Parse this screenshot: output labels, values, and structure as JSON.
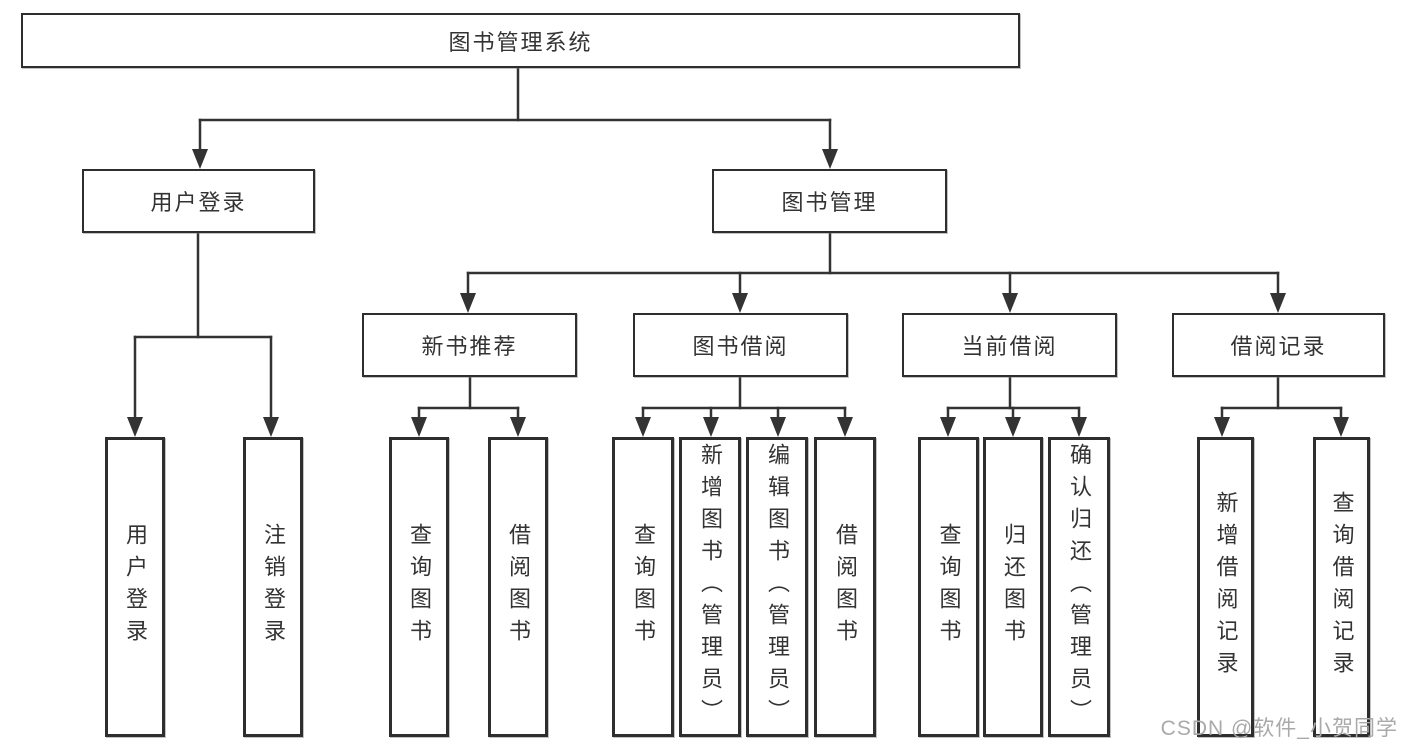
{
  "diagram": {
    "root": {
      "label": "图书管理系统"
    },
    "level2": [
      {
        "label": "用户登录"
      },
      {
        "label": "图书管理"
      }
    ],
    "level3": [
      {
        "label": "新书推荐"
      },
      {
        "label": "图书借阅"
      },
      {
        "label": "当前借阅"
      },
      {
        "label": "借阅记录"
      }
    ],
    "leaves": [
      {
        "label": "用户登录"
      },
      {
        "label": "注销登录"
      },
      {
        "label": "查询图书"
      },
      {
        "label": "借阅图书"
      },
      {
        "label": "查询图书"
      },
      {
        "label": "新增图书（管理员）"
      },
      {
        "label": "编辑图书（管理员）"
      },
      {
        "label": "借阅图书"
      },
      {
        "label": "查询图书"
      },
      {
        "label": "归还图书"
      },
      {
        "label": "确认归还（管理员）"
      },
      {
        "label": "新增借阅记录"
      },
      {
        "label": "查询借阅记录"
      }
    ]
  },
  "watermark": {
    "text": "CSDN @软件_小贺同学"
  },
  "colors": {
    "line": "#333333",
    "box_border": "#2e2e2e",
    "text": "#333333",
    "background": "#ffffff",
    "watermark": "#a9a9a9"
  }
}
